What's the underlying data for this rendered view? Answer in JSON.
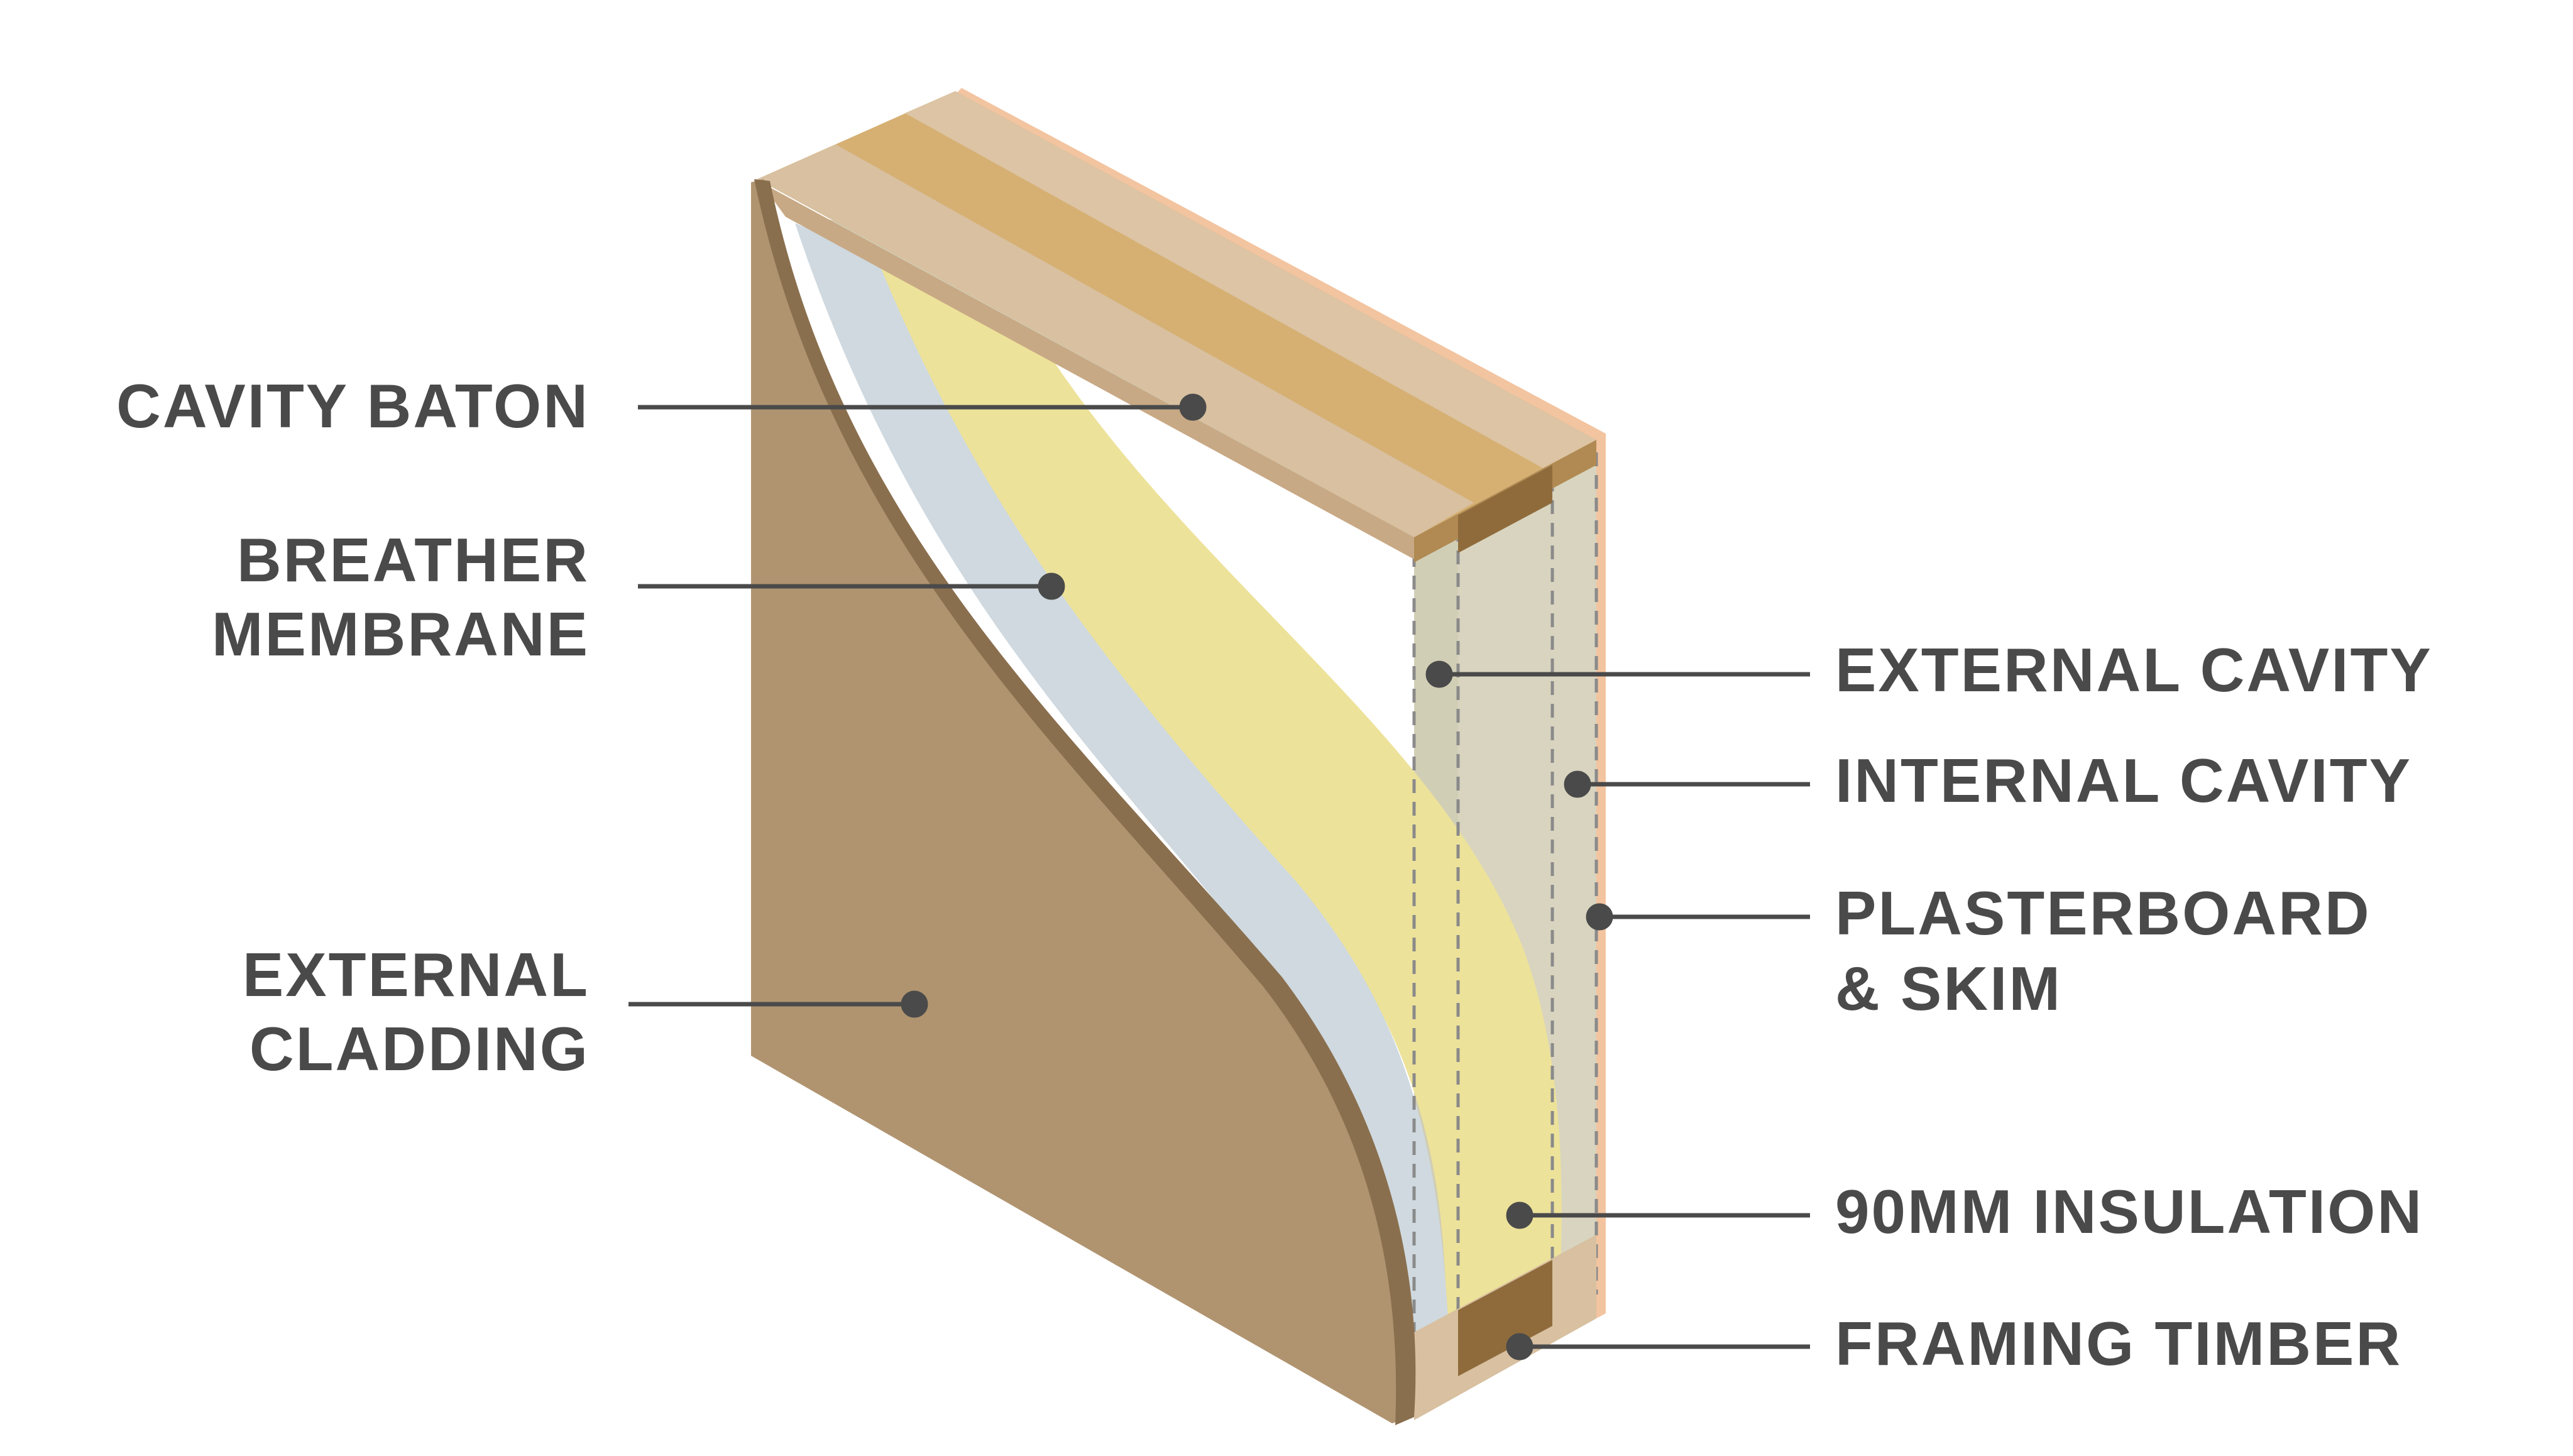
{
  "colors": {
    "label_text": "#4a4a4a",
    "leader_line": "#4a4a4a",
    "cladding_face": "#b09470",
    "cladding_edge": "#8a6f4e",
    "membrane": "#cfd9df",
    "insulation": "#ede29a",
    "cavity": "#d1ceb6",
    "baton_top": "#d6b073",
    "baton_light": "#d8c0a0",
    "plaster_edge": "#f3c4a0",
    "timber_end": "#b08a52"
  },
  "labels": {
    "cavity_baton": [
      "CAVITY BATON"
    ],
    "breather_membrane": [
      "BREATHER",
      "MEMBRANE"
    ],
    "external_cladding": [
      "EXTERNAL",
      "CLADDING"
    ],
    "external_cavity": [
      "EXTERNAL CAVITY"
    ],
    "internal_cavity": [
      "INTERNAL CAVITY"
    ],
    "plasterboard_skim": [
      "PLASTERBOARD",
      "& SKIM"
    ],
    "insulation_90mm": [
      "90MM INSULATION"
    ],
    "framing_timber": [
      "FRAMING TIMBER"
    ]
  }
}
